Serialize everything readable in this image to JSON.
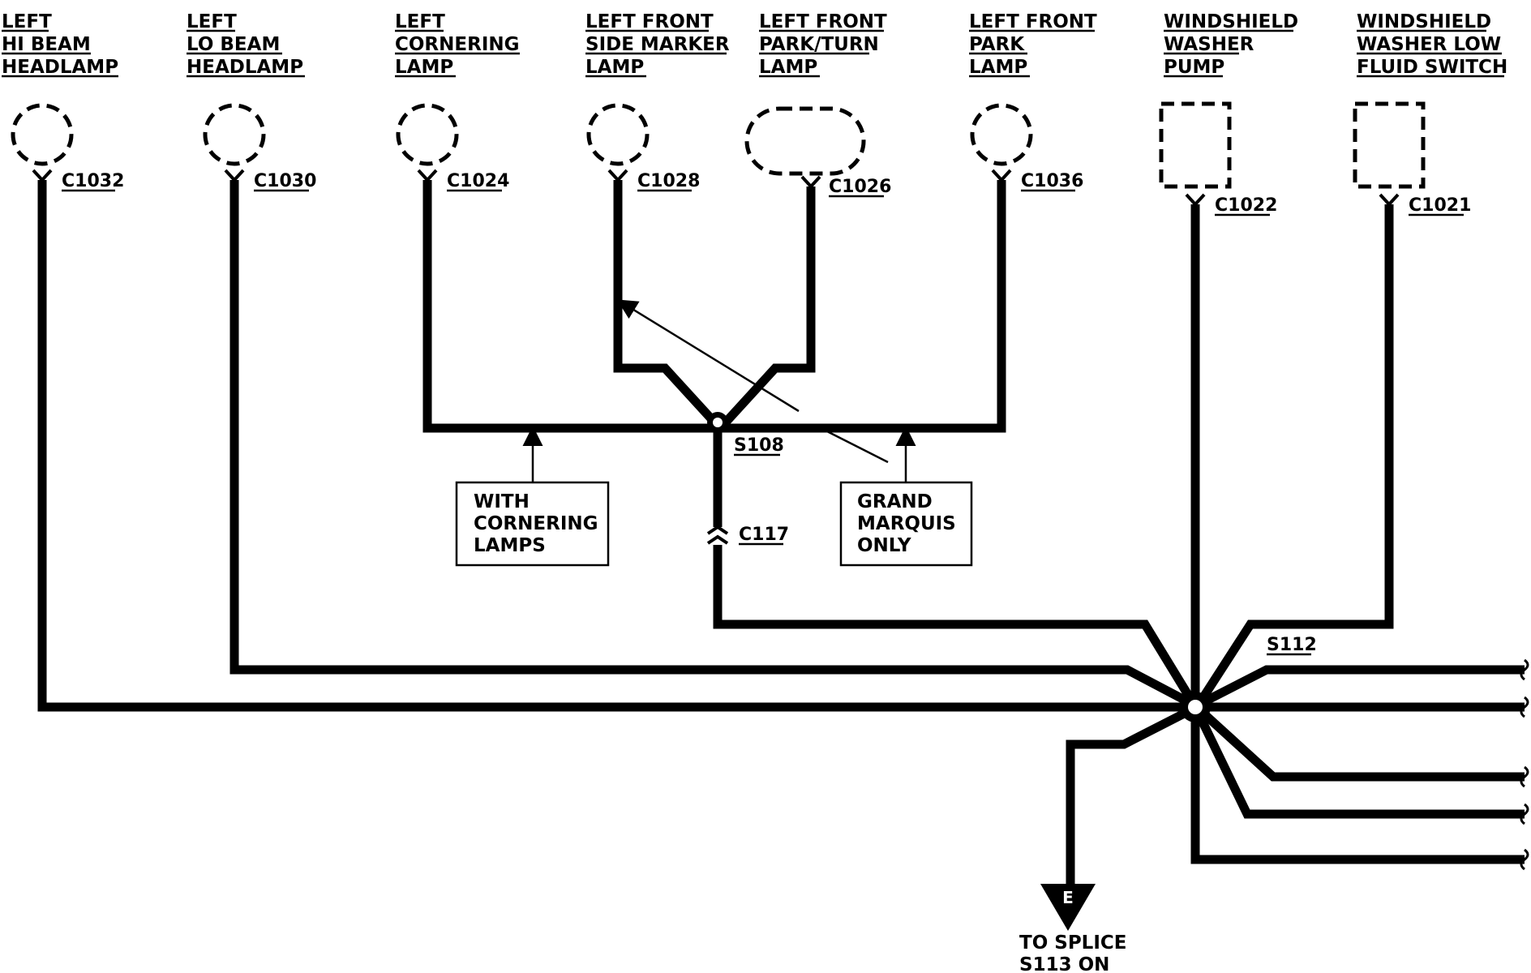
{
  "components": [
    {
      "id": "c1032",
      "lines": [
        "LEFT",
        "HI BEAM",
        "HEADLAMP"
      ],
      "connector": "C1032"
    },
    {
      "id": "c1030",
      "lines": [
        "LEFT",
        "LO BEAM",
        "HEADLAMP"
      ],
      "connector": "C1030"
    },
    {
      "id": "c1024",
      "lines": [
        "LEFT",
        "CORNERING",
        "LAMP"
      ],
      "connector": "C1024"
    },
    {
      "id": "c1028",
      "lines": [
        "LEFT FRONT",
        "SIDE MARKER",
        "LAMP"
      ],
      "connector": "C1028"
    },
    {
      "id": "c1026",
      "lines": [
        "LEFT FRONT",
        "PARK/TURN",
        "LAMP"
      ],
      "connector": "C1026"
    },
    {
      "id": "c1036",
      "lines": [
        "LEFT FRONT",
        "PARK",
        "LAMP"
      ],
      "connector": "C1036"
    },
    {
      "id": "c1022",
      "lines": [
        "WINDSHIELD",
        "WASHER",
        "PUMP"
      ],
      "connector": "C1022"
    },
    {
      "id": "c1021",
      "lines": [
        "WINDSHIELD",
        "WASHER LOW",
        "FLUID SWITCH"
      ],
      "connector": "C1021"
    }
  ],
  "splices": {
    "s108": "S108",
    "s112": "S112"
  },
  "inline_connector": "C117",
  "notes": {
    "cornering": [
      "WITH",
      "CORNERING",
      "LAMPS"
    ],
    "grand_marquis": [
      "GRAND",
      "MARQUIS",
      "ONLY"
    ]
  },
  "ground": {
    "letter": "E",
    "caption": [
      "TO SPLICE",
      "S113 ON"
    ]
  },
  "colors": {
    "ink": "#000000",
    "paper": "#ffffff"
  }
}
